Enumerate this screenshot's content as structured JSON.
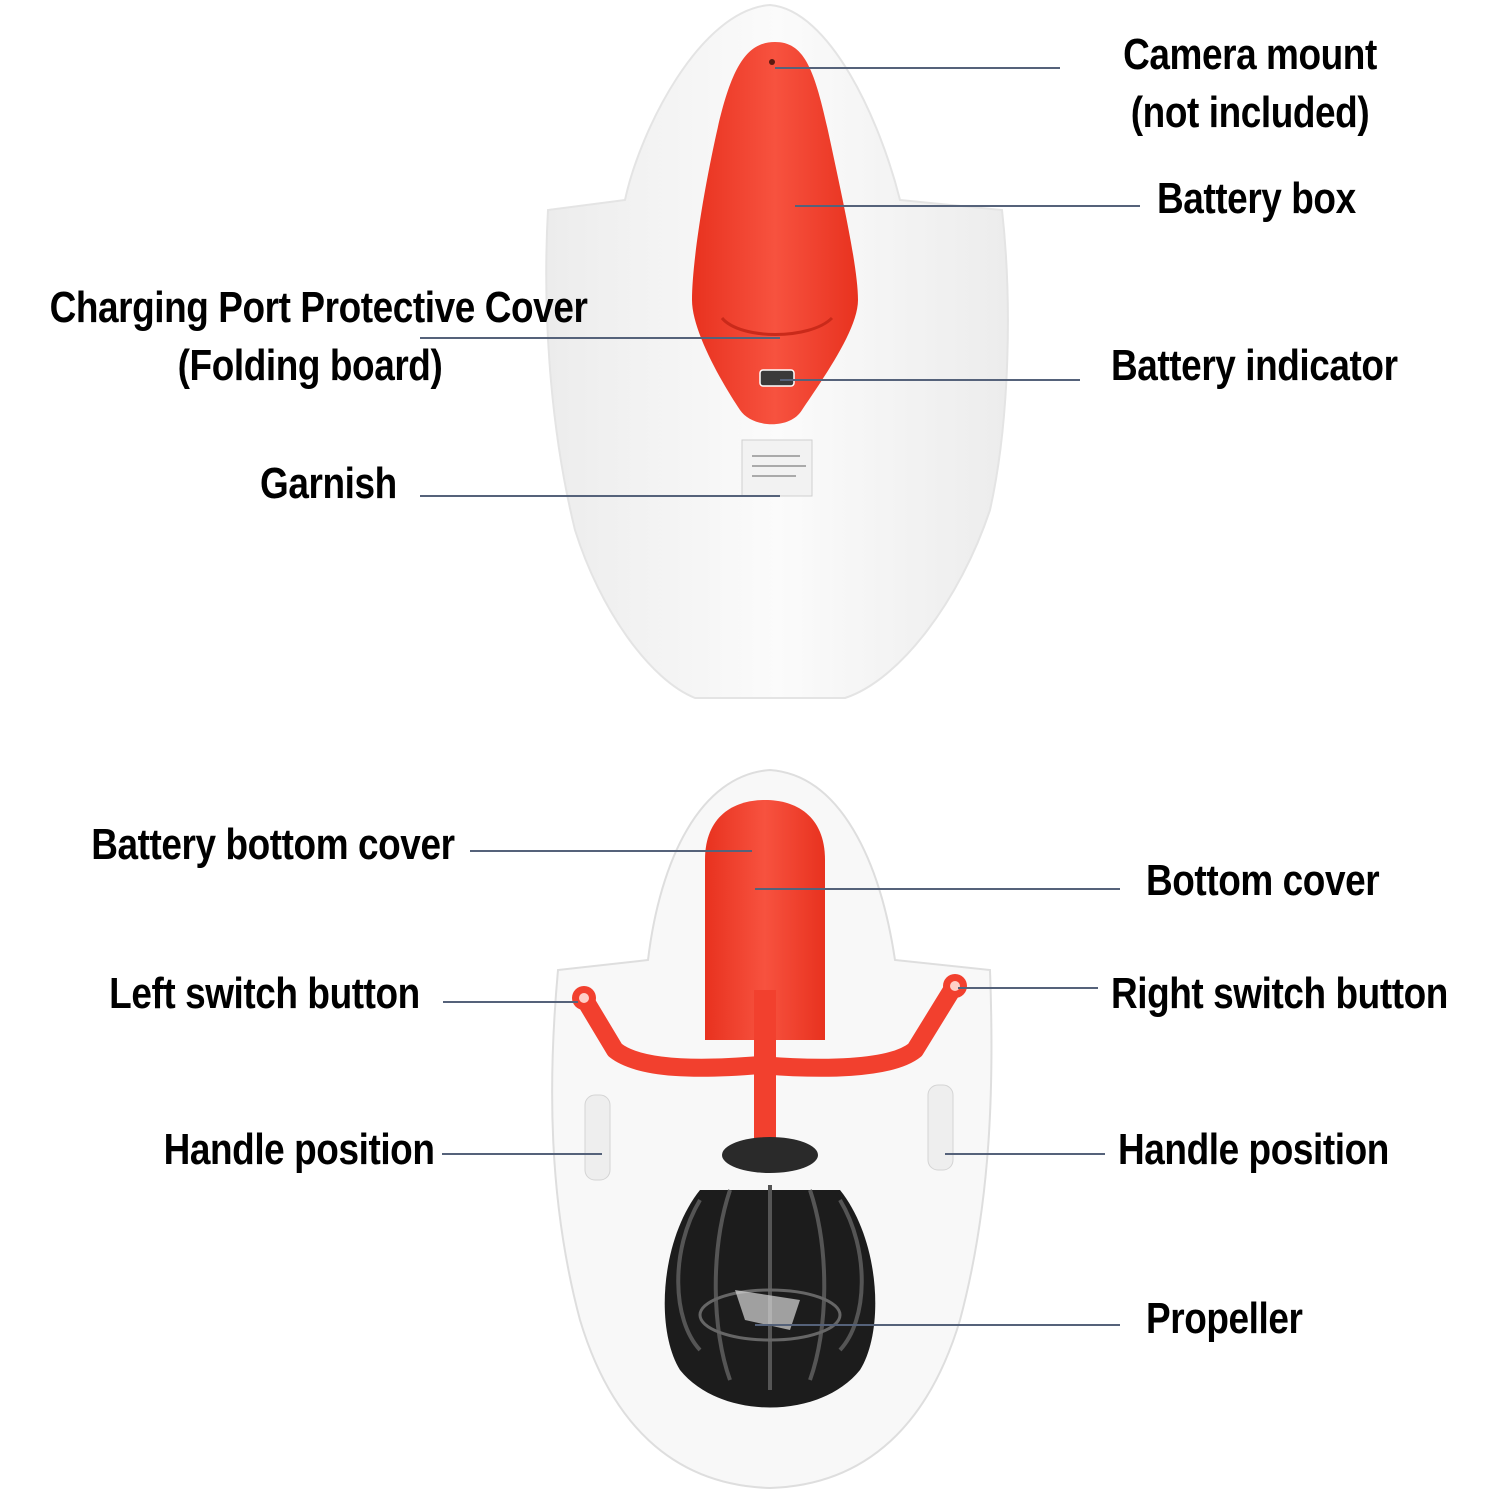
{
  "colors": {
    "accent_red": "#f2402e",
    "accent_red_dark": "#d9301f",
    "board_white": "#f7f7f7",
    "board_edge": "#e2e2e2",
    "leader_line": "#55627a",
    "propeller_black": "#1c1c1c",
    "text": "#000000"
  },
  "labels": {
    "camera_mount": {
      "line1": "Camera mount",
      "line2": "(not included)"
    },
    "battery_box": "Battery box",
    "charging_port": {
      "line1": "Charging Port Protective Cover",
      "line2": "(Folding board)"
    },
    "battery_indicator": "Battery indicator",
    "garnish": "Garnish",
    "battery_bottom_cover": "Battery bottom cover",
    "bottom_cover": "Bottom cover",
    "left_switch_button": "Left switch button",
    "right_switch_button": "Right switch button",
    "handle_position_left": "Handle position",
    "handle_position_right": "Handle position",
    "propeller": "Propeller"
  }
}
